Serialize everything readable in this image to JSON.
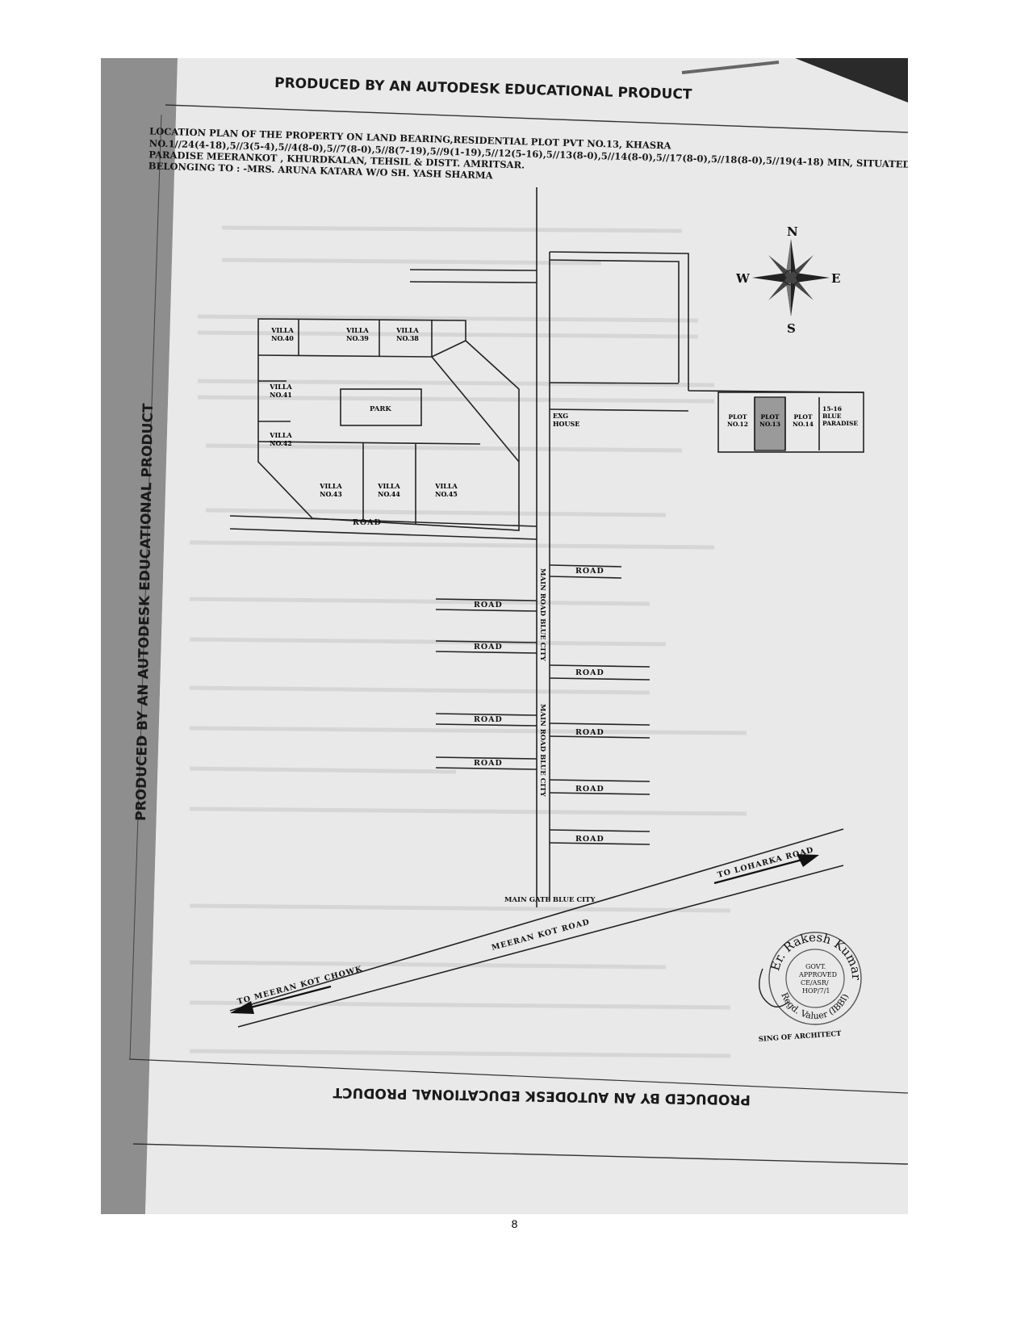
{
  "watermark": {
    "top": "PRODUCED BY AN AUTODESK EDUCATIONAL PRODUCT",
    "left": "PRODUCED BY AN AUTODESK EDUCATIONAL PRODUCT",
    "bottom": "PRODUCED BY AN AUTODESK EDUCATIONAL PRODUCT"
  },
  "header": {
    "line1": "LOCATION PLAN OF THE PROPERTY ON LAND BEARING,RESIDENTIAL PLOT PVT NO.13, KHASRA",
    "line2": "NO.1//24(4-18),5//3(5-4),5//4(8-0),5//7(8-0),5//8(7-19),5//9(1-19),5//12(5-16),5//13(8-0),5//14(8-0),5//17(8-0),5//18(8-0),5//19(4-18) MIN, SITUATED AT AREA BLUE",
    "line3": "PARADISE MEERANKOT , KHURDKALAN, TEHSIL & DISTT. AMRITSAR.",
    "line4": "BELONGING TO : -MRS. ARUNA KATARA W/O SH. YASH SHARMA"
  },
  "compass": {
    "n": "N",
    "s": "S",
    "e": "E",
    "w": "W"
  },
  "villas": {
    "v40": "VILLA NO.40",
    "v39": "VILLA NO.39",
    "v38": "VILLA NO.38",
    "v41": "VILLA NO.41",
    "v42": "VILLA NO.42",
    "v43": "VILLA NO.43",
    "v44": "VILLA NO.44",
    "v45": "VILLA NO.45"
  },
  "labels": {
    "park": "PARK",
    "exg_house": "EXG HOUSE",
    "plot12": "PLOT NO.12",
    "plot13": "PLOT NO.13",
    "plot14": "PLOT NO.14",
    "plot1516": "15-16 BLUE PARADISE",
    "road": "ROAD",
    "main_road_1": "MAIN ROAD BLUE CITY",
    "main_road_2": "MAIN ROAD BLUE CITY",
    "main_gate": "MAIN GATE BLUE CITY",
    "meeran_kot_road": "MEERAN KOT ROAD",
    "to_loharka": "TO LOHARKA ROAD",
    "to_meeran_chowk": "TO MEERAN KOT CHOWK",
    "sign": "SING OF ARCHITECT"
  },
  "stamp": {
    "name": "Er. Rakesh Kumar",
    "line1": "GOVT.",
    "line2": "APPROVED",
    "line3": "CE/ASR/",
    "line4": "HOP/7/1",
    "bottom": "Regd. Valuer (IBBI)"
  },
  "page_number": "8",
  "colors": {
    "highlight_plot": "#9a9a9a",
    "ink": "#222222"
  }
}
